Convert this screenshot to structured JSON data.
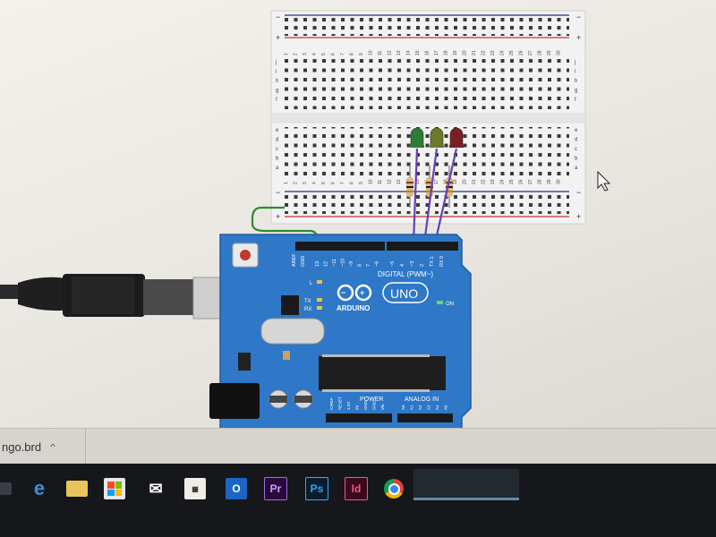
{
  "board": {
    "logo_text": "ARDUINO",
    "model": "UNO",
    "digital_label": "DIGITAL (PWM~)",
    "power_label": "POWER",
    "analog_label": "ANALOG IN",
    "on_label": "ON",
    "tx_label": "TX",
    "rx_label": "RX",
    "l_label": "L",
    "aref_label": "AREF",
    "gnd_label": "GND",
    "pins_top": [
      "13",
      "12",
      "~11",
      "~10",
      "~9",
      "8",
      "7",
      "~6",
      "~5",
      "4",
      "~3",
      "2",
      "TX 1",
      "RX 0"
    ],
    "pins_power": [
      "IOREF",
      "RESET",
      "3.3V",
      "5V",
      "GND",
      "GND",
      "Vin"
    ],
    "pins_analog": [
      "A0",
      "A1",
      "A2",
      "A3",
      "A4",
      "A5"
    ]
  },
  "breadboard": {
    "rows_upper": [
      "j",
      "i",
      "h",
      "g",
      "f"
    ],
    "rows_lower": [
      "e",
      "d",
      "c",
      "b",
      "a"
    ],
    "col_numbers": [
      "1",
      "2",
      "3",
      "4",
      "5",
      "6",
      "7",
      "8",
      "9",
      "10",
      "11",
      "12",
      "13",
      "14",
      "15",
      "16",
      "17",
      "18",
      "19",
      "20",
      "21",
      "22",
      "23",
      "24",
      "25",
      "26",
      "27",
      "28",
      "29",
      "30"
    ],
    "rail_plus": "+",
    "rail_minus": "−"
  },
  "leds": [
    {
      "color": "#2e7d32"
    },
    {
      "color": "#6b7a2a"
    },
    {
      "color": "#7a1f24"
    }
  ],
  "colors": {
    "board": "#2e78c7",
    "breadboard": "#f1f1f1",
    "wire_purple": "#6a3fb5",
    "wire_green": "#2e8b2e"
  },
  "download_bar": {
    "file_name": "ngo.brd",
    "caret": "^"
  },
  "taskbar": {
    "icons": [
      "windows-icon",
      "edge-icon",
      "file-explorer-icon",
      "store-icon",
      "mail-icon",
      "libreoffice-icon",
      "outlook-icon",
      "premiere-icon",
      "photoshop-icon",
      "indesign-icon",
      "chrome-icon"
    ],
    "premiere_label": "Pr",
    "photoshop_label": "Ps",
    "indesign_label": "Id",
    "outlook_label": "O"
  }
}
